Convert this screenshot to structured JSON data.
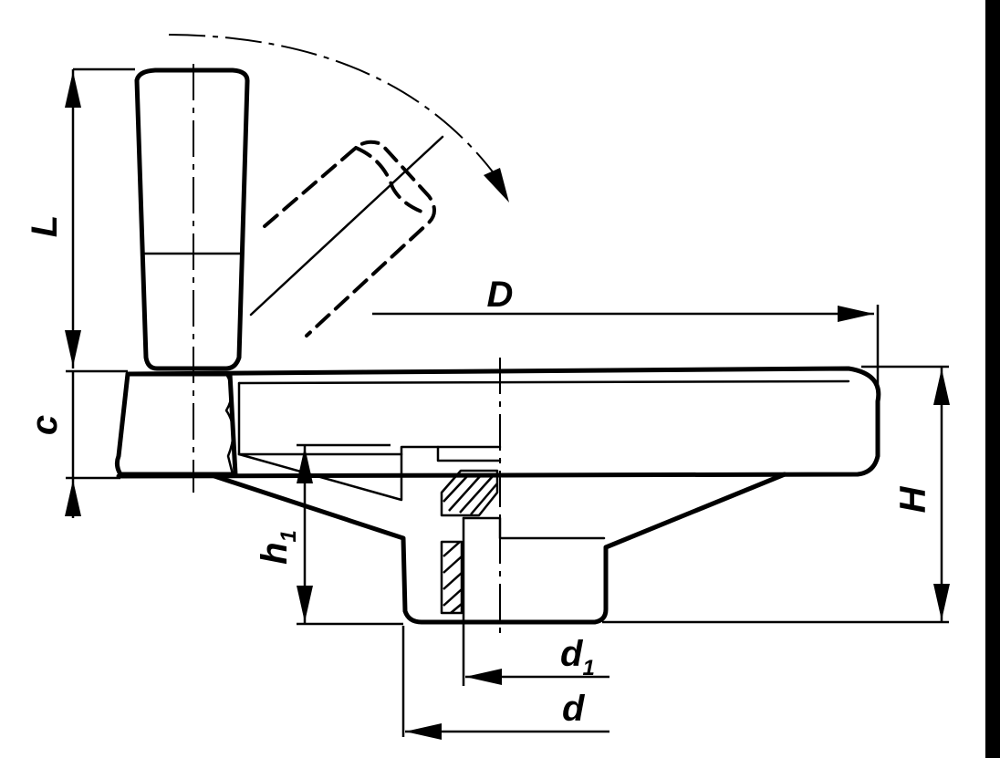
{
  "labels": {
    "L": "L",
    "c": "c",
    "D": "D",
    "H": "H",
    "h": "h",
    "h_sub": "1",
    "d1": "d",
    "d1_sub": "1",
    "d": "d"
  }
}
